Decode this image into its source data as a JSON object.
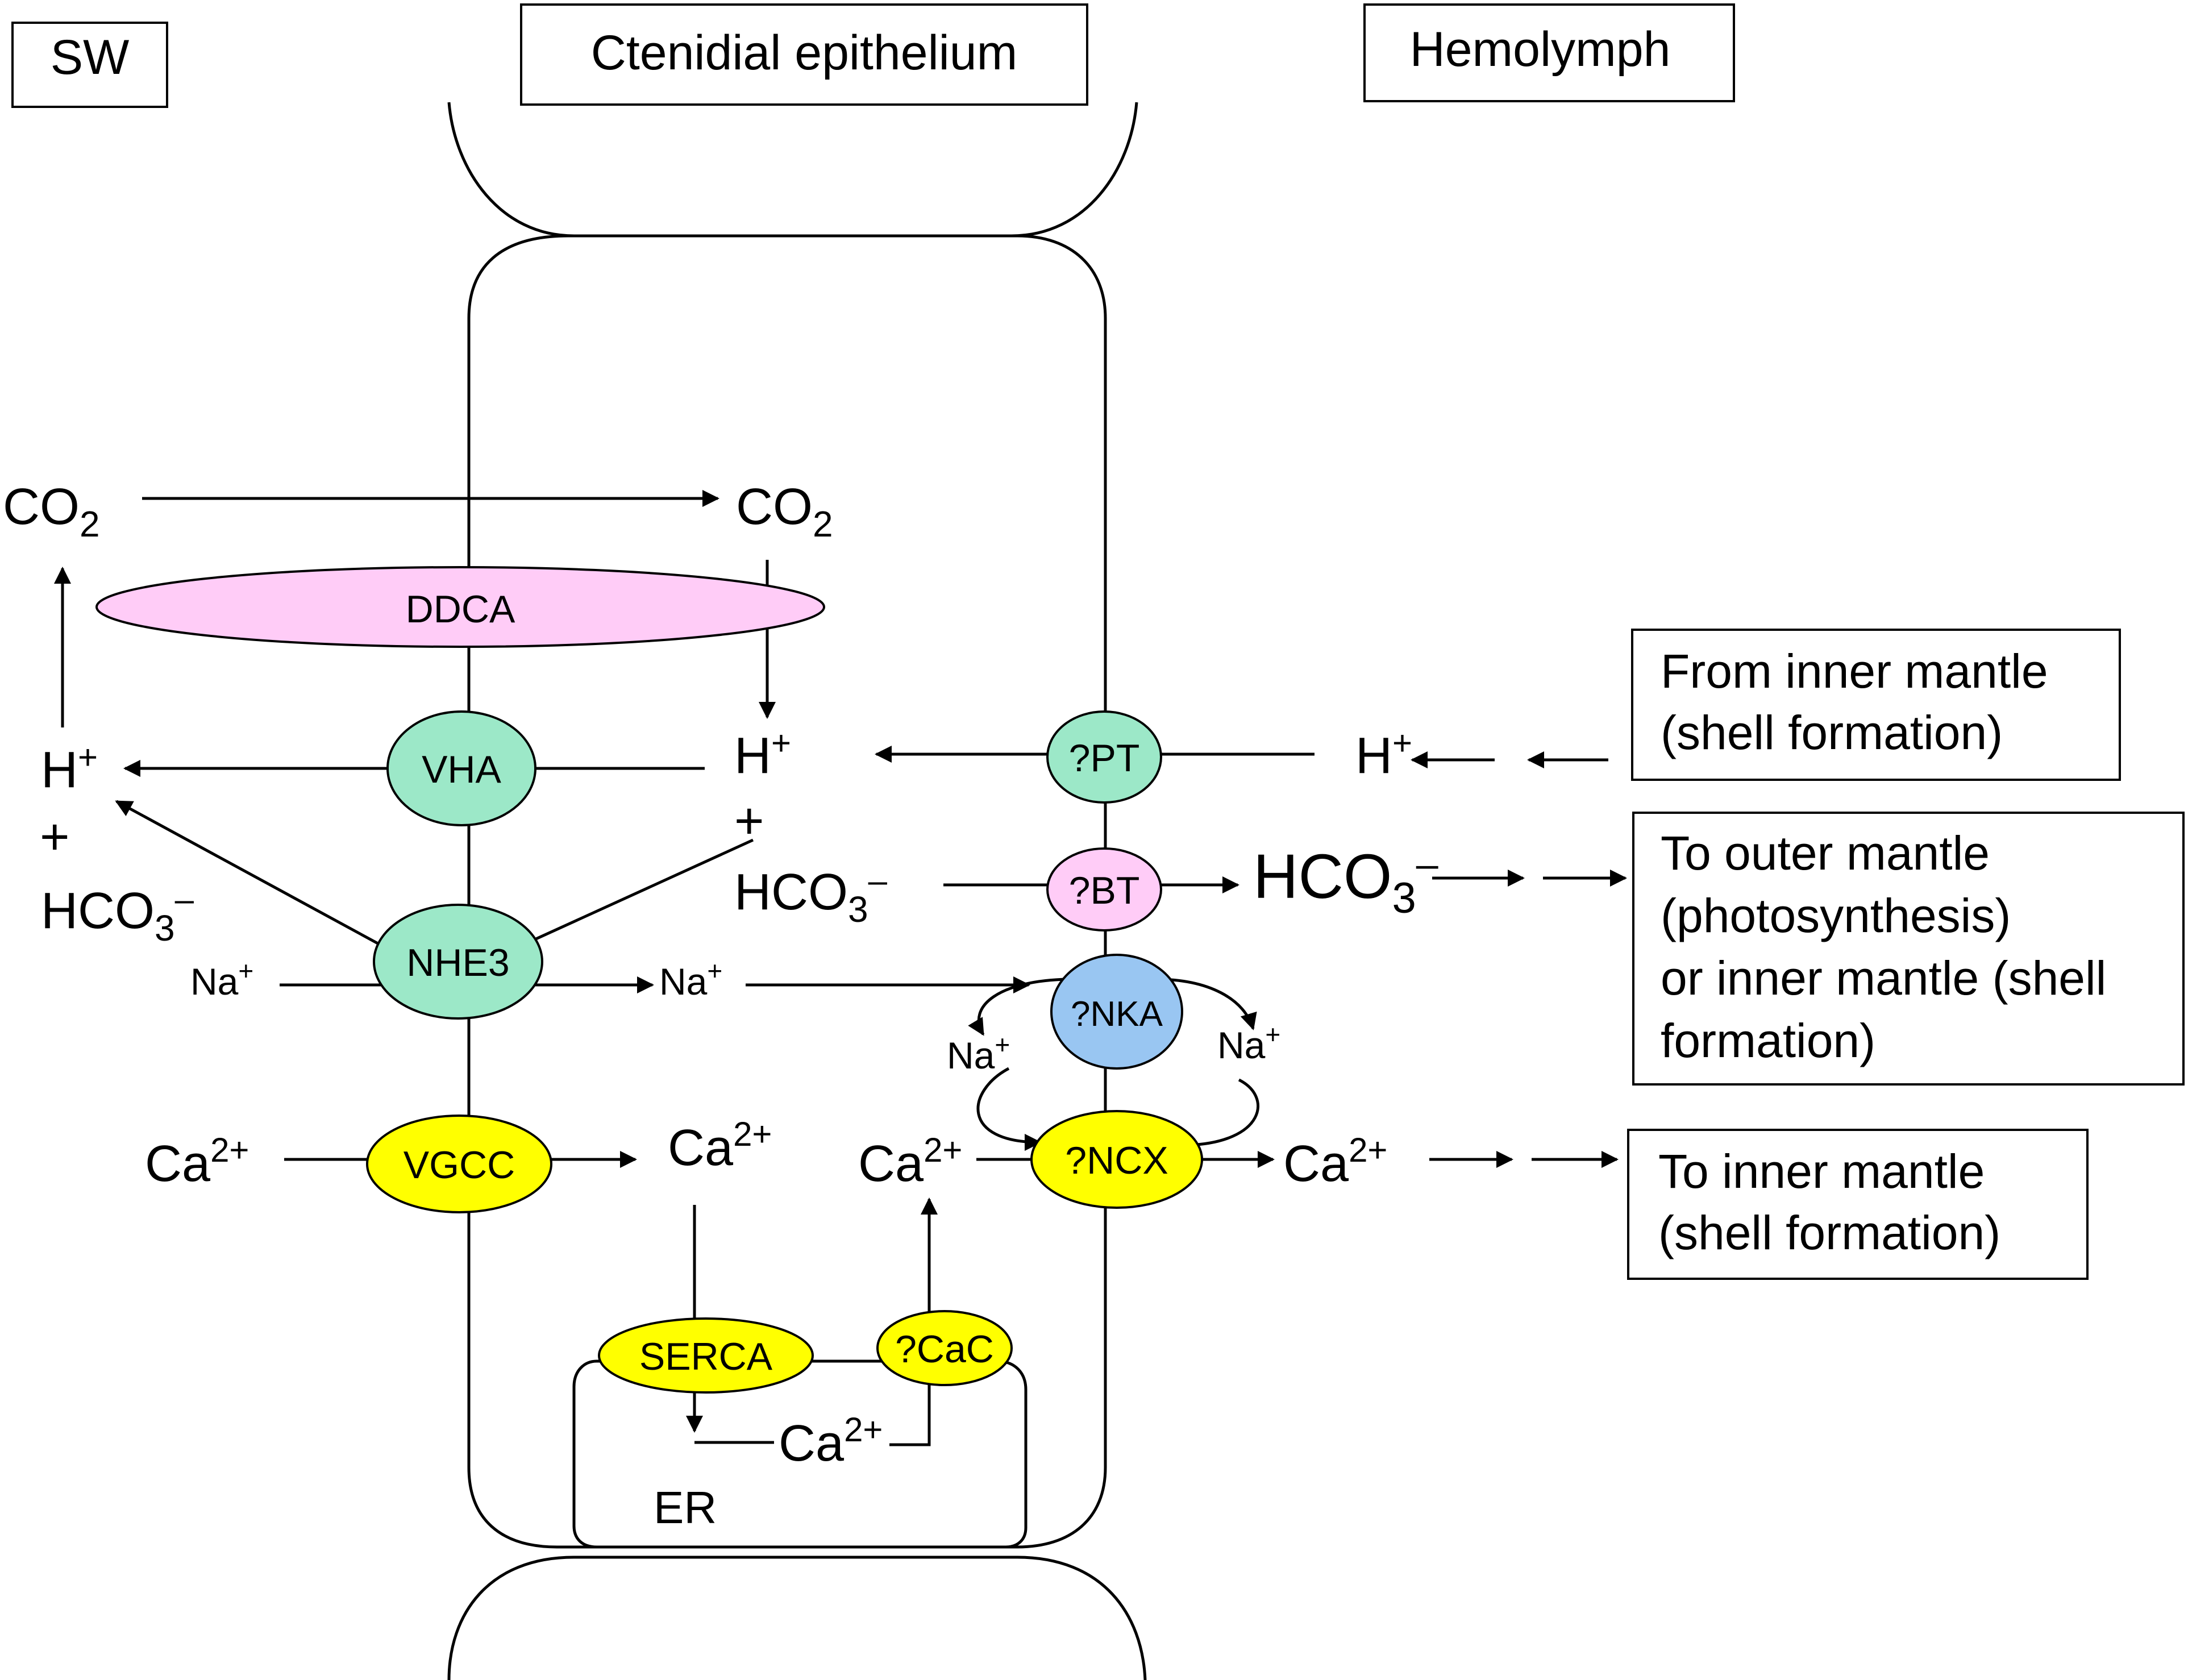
{
  "headers": {
    "sw": "SW",
    "epithelium": "Ctenidial  epithelium",
    "hemolymph": "Hemolymph"
  },
  "proteins": {
    "ddca": "DDCA",
    "vha": "VHA",
    "nhe3": "NHE3",
    "vgcc": "VGCC",
    "serca": "SERCA",
    "cac": "?CaC",
    "pt": "?PT",
    "bt": "?BT",
    "nka": "?NKA",
    "ncx": "?NCX"
  },
  "species": {
    "co2": "CO",
    "co2_sub": "2",
    "h": "H",
    "h_sup": "+",
    "plus": "+",
    "hco3": "HCO",
    "hco3_sub": "3",
    "hco3_sup": "–",
    "na": "Na",
    "na_sup": "+",
    "ca": "Ca",
    "ca_sup": "2+"
  },
  "er_label": "ER",
  "destinations": {
    "inner_mantle_source": [
      "From inner mantle",
      "(shell formation)"
    ],
    "outer_mantle": [
      "To outer mantle",
      "(photosynthesis)",
      "or inner mantle (shell",
      "formation)"
    ],
    "inner_mantle": [
      "To inner mantle",
      "(shell formation)"
    ]
  },
  "colors": {
    "green": "#9ce8c8",
    "pink": "#ffccf7",
    "yellow": "#ffff00",
    "blue": "#99c6f2"
  }
}
